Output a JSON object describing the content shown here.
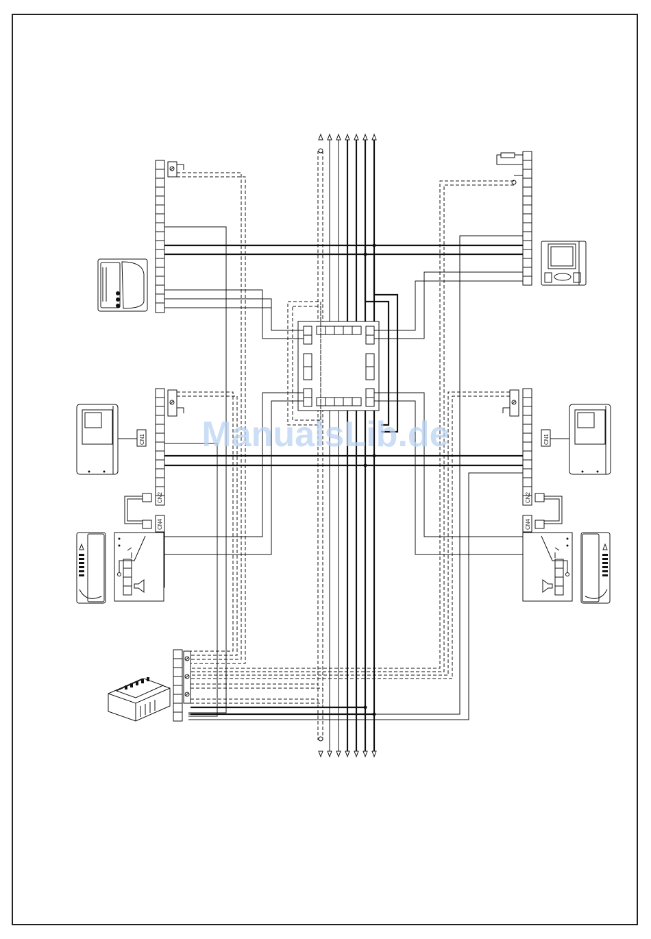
{
  "watermark": "ManualsLib.de",
  "labels": {
    "cn1_left": "CN1",
    "cn2_left": "CN2",
    "cn4_left": "CN4",
    "cn1_right": "CN1",
    "cn2_right": "CN2",
    "cn4_right": "CN4"
  },
  "colors": {
    "line": "#111111",
    "watermark": "#b9d3f2",
    "frame": "#222222"
  },
  "icons": {
    "top_left_device": "audio-handset-icon",
    "top_right_device": "video-monitor-icon",
    "mid_left_device": "video-monitor-icon",
    "mid_right_device": "video-monitor-icon",
    "bottom_left_device": "door-panel-icon",
    "bottom_right_device": "door-panel-icon",
    "power_supply": "power-supply-icon",
    "distributor": "distributor-icon"
  }
}
